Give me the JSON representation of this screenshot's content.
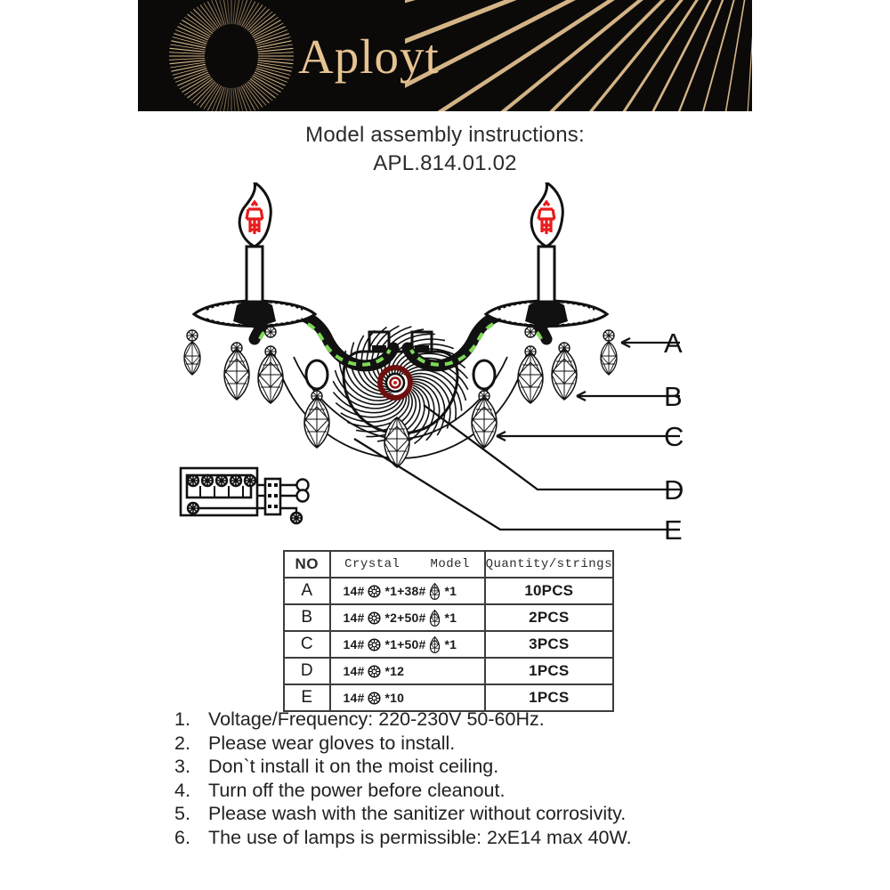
{
  "brand": {
    "wordmark": "Aployt",
    "logo_icon": "sunburst-logo-icon",
    "background_color": "#0b0a09",
    "accent_color": "#e6c391"
  },
  "title": {
    "line1": "Model assembly instructions:",
    "line2": "APL.814.01.02"
  },
  "diagram": {
    "name": "wall-sconce-assembly-diagram",
    "bulb_count": 2,
    "bulb_filament_color": "#e81b1b",
    "arm_highlight_color": "#7ed957",
    "center_plate_color": "#7a0b0b",
    "wiring_block_label": "terminal-block-diagram",
    "callouts": [
      {
        "id": "A",
        "label": "A"
      },
      {
        "id": "B",
        "label": "B"
      },
      {
        "id": "C",
        "label": "C"
      },
      {
        "id": "D",
        "label": "D"
      },
      {
        "id": "E",
        "label": "E"
      }
    ]
  },
  "parts_table": {
    "headers": [
      "NO",
      "Crystal",
      "Model",
      "Quantity/strings"
    ],
    "rows": [
      {
        "no": "A",
        "crystal": "14#",
        "m1": "*1+38#",
        "m2": "*1",
        "has_round": true,
        "has_drop": true,
        "quantity": "10PCS"
      },
      {
        "no": "B",
        "crystal": "14#",
        "m1": "*2+50#",
        "m2": "*1",
        "has_round": true,
        "has_drop": true,
        "quantity": "2PCS"
      },
      {
        "no": "C",
        "crystal": "14#",
        "m1": "*1+50#",
        "m2": "*1",
        "has_round": true,
        "has_drop": true,
        "quantity": "3PCS"
      },
      {
        "no": "D",
        "crystal": "14#",
        "m1": "*12",
        "m2": "",
        "has_round": true,
        "has_drop": false,
        "quantity": "1PCS"
      },
      {
        "no": "E",
        "crystal": "14#",
        "m1": "*10",
        "m2": "",
        "has_round": true,
        "has_drop": false,
        "quantity": "1PCS"
      }
    ]
  },
  "instructions": [
    {
      "num": "1.",
      "text": "Voltage/Frequency: 220-230V 50-60Hz."
    },
    {
      "num": "2.",
      "text": "Please wear gloves to install."
    },
    {
      "num": "3.",
      "text": "Don`t install it on the moist ceiling."
    },
    {
      "num": "4.",
      "text": "Turn off the power before cleanout."
    },
    {
      "num": "5.",
      "text": "Please wash with the sanitizer without corrosivity."
    },
    {
      "num": "6.",
      "text": "The use of lamps is permissible: 2xE14 max 40W."
    }
  ]
}
